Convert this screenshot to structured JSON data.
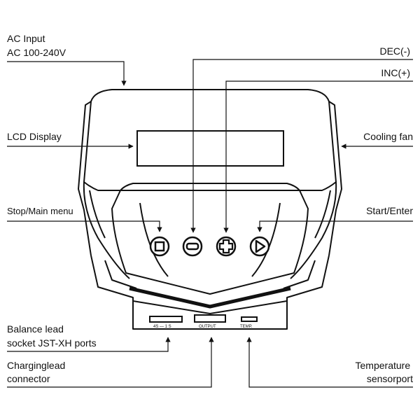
{
  "labels": {
    "ac_input": [
      "AC Input",
      "AC 100-240V"
    ],
    "dec": "DEC(-)",
    "inc": "INC(+)",
    "lcd": "LCD Display",
    "cooling_fan": "Cooling fan",
    "stop": "Stop/Main menu",
    "start": "Start/Enter",
    "balance": [
      "Balance lead",
      "socket JST-XH ports"
    ],
    "charginglead": [
      "Charginglead",
      "connector"
    ],
    "temperature": [
      "Temperature",
      "sensorport"
    ]
  },
  "port_labels": {
    "balance": "4S — 1 S",
    "output": "OUTPUT",
    "temp": "TEMP."
  },
  "colors": {
    "line": "#111111",
    "background": "#ffffff"
  }
}
